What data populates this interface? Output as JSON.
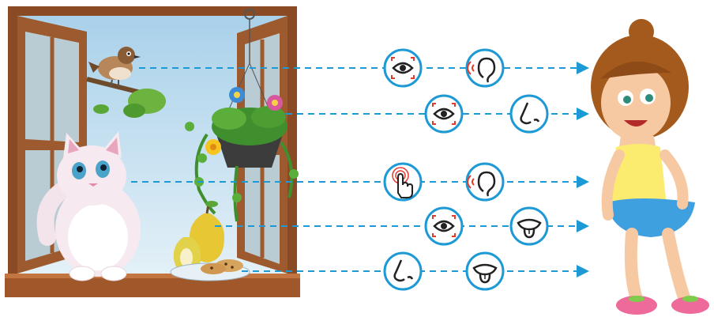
{
  "illustration": {
    "colors": {
      "arrow": "#1d9ad6",
      "badge_border": "#1d9ad6",
      "window_frame": "#8a4a23",
      "sky": "#cfe6f3",
      "sense_accent": "#e23b2e"
    },
    "rows": [
      {
        "source": "bird",
        "senses": [
          "eye-icon",
          "ear-icon"
        ]
      },
      {
        "source": "flower",
        "senses": [
          "eye-icon",
          "nose-icon"
        ]
      },
      {
        "source": "cat",
        "senses": [
          "touch-hand-icon",
          "ear-icon"
        ]
      },
      {
        "source": "pear",
        "senses": [
          "eye-icon",
          "tongue-icon"
        ]
      },
      {
        "source": "cookies",
        "senses": [
          "nose-icon",
          "tongue-icon"
        ]
      }
    ]
  }
}
